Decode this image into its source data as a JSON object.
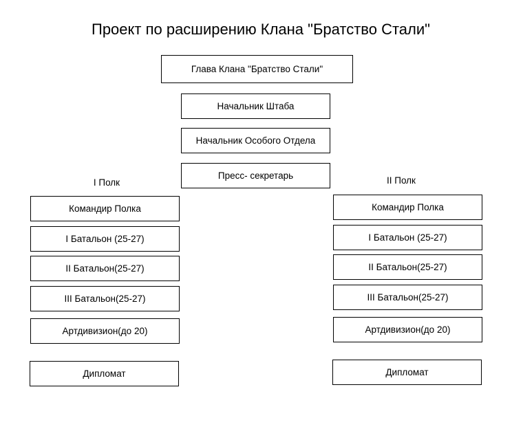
{
  "title": "Проект по расширению Клана \"Братство Стали\"",
  "leadership": [
    "Глава Клана \"Братство Стали\"",
    "Начальник Штаба",
    "Начальник Особого Отдела",
    "Пресс- секретарь"
  ],
  "regiment_1": {
    "name": "I Полк",
    "units": [
      "Командир Полка",
      "I Батальон (25-27)",
      "II Батальон(25-27)",
      "III Батальон(25-27)",
      "Артдивизион(до 20)",
      "Дипломат"
    ]
  },
  "regiment_2": {
    "name": "II Полк",
    "units": [
      "Командир Полка",
      "I Батальон (25-27)",
      "II Батальон(25-27)",
      "III Батальон(25-27)",
      "Артдивизион(до 20)",
      "Дипломат"
    ]
  }
}
